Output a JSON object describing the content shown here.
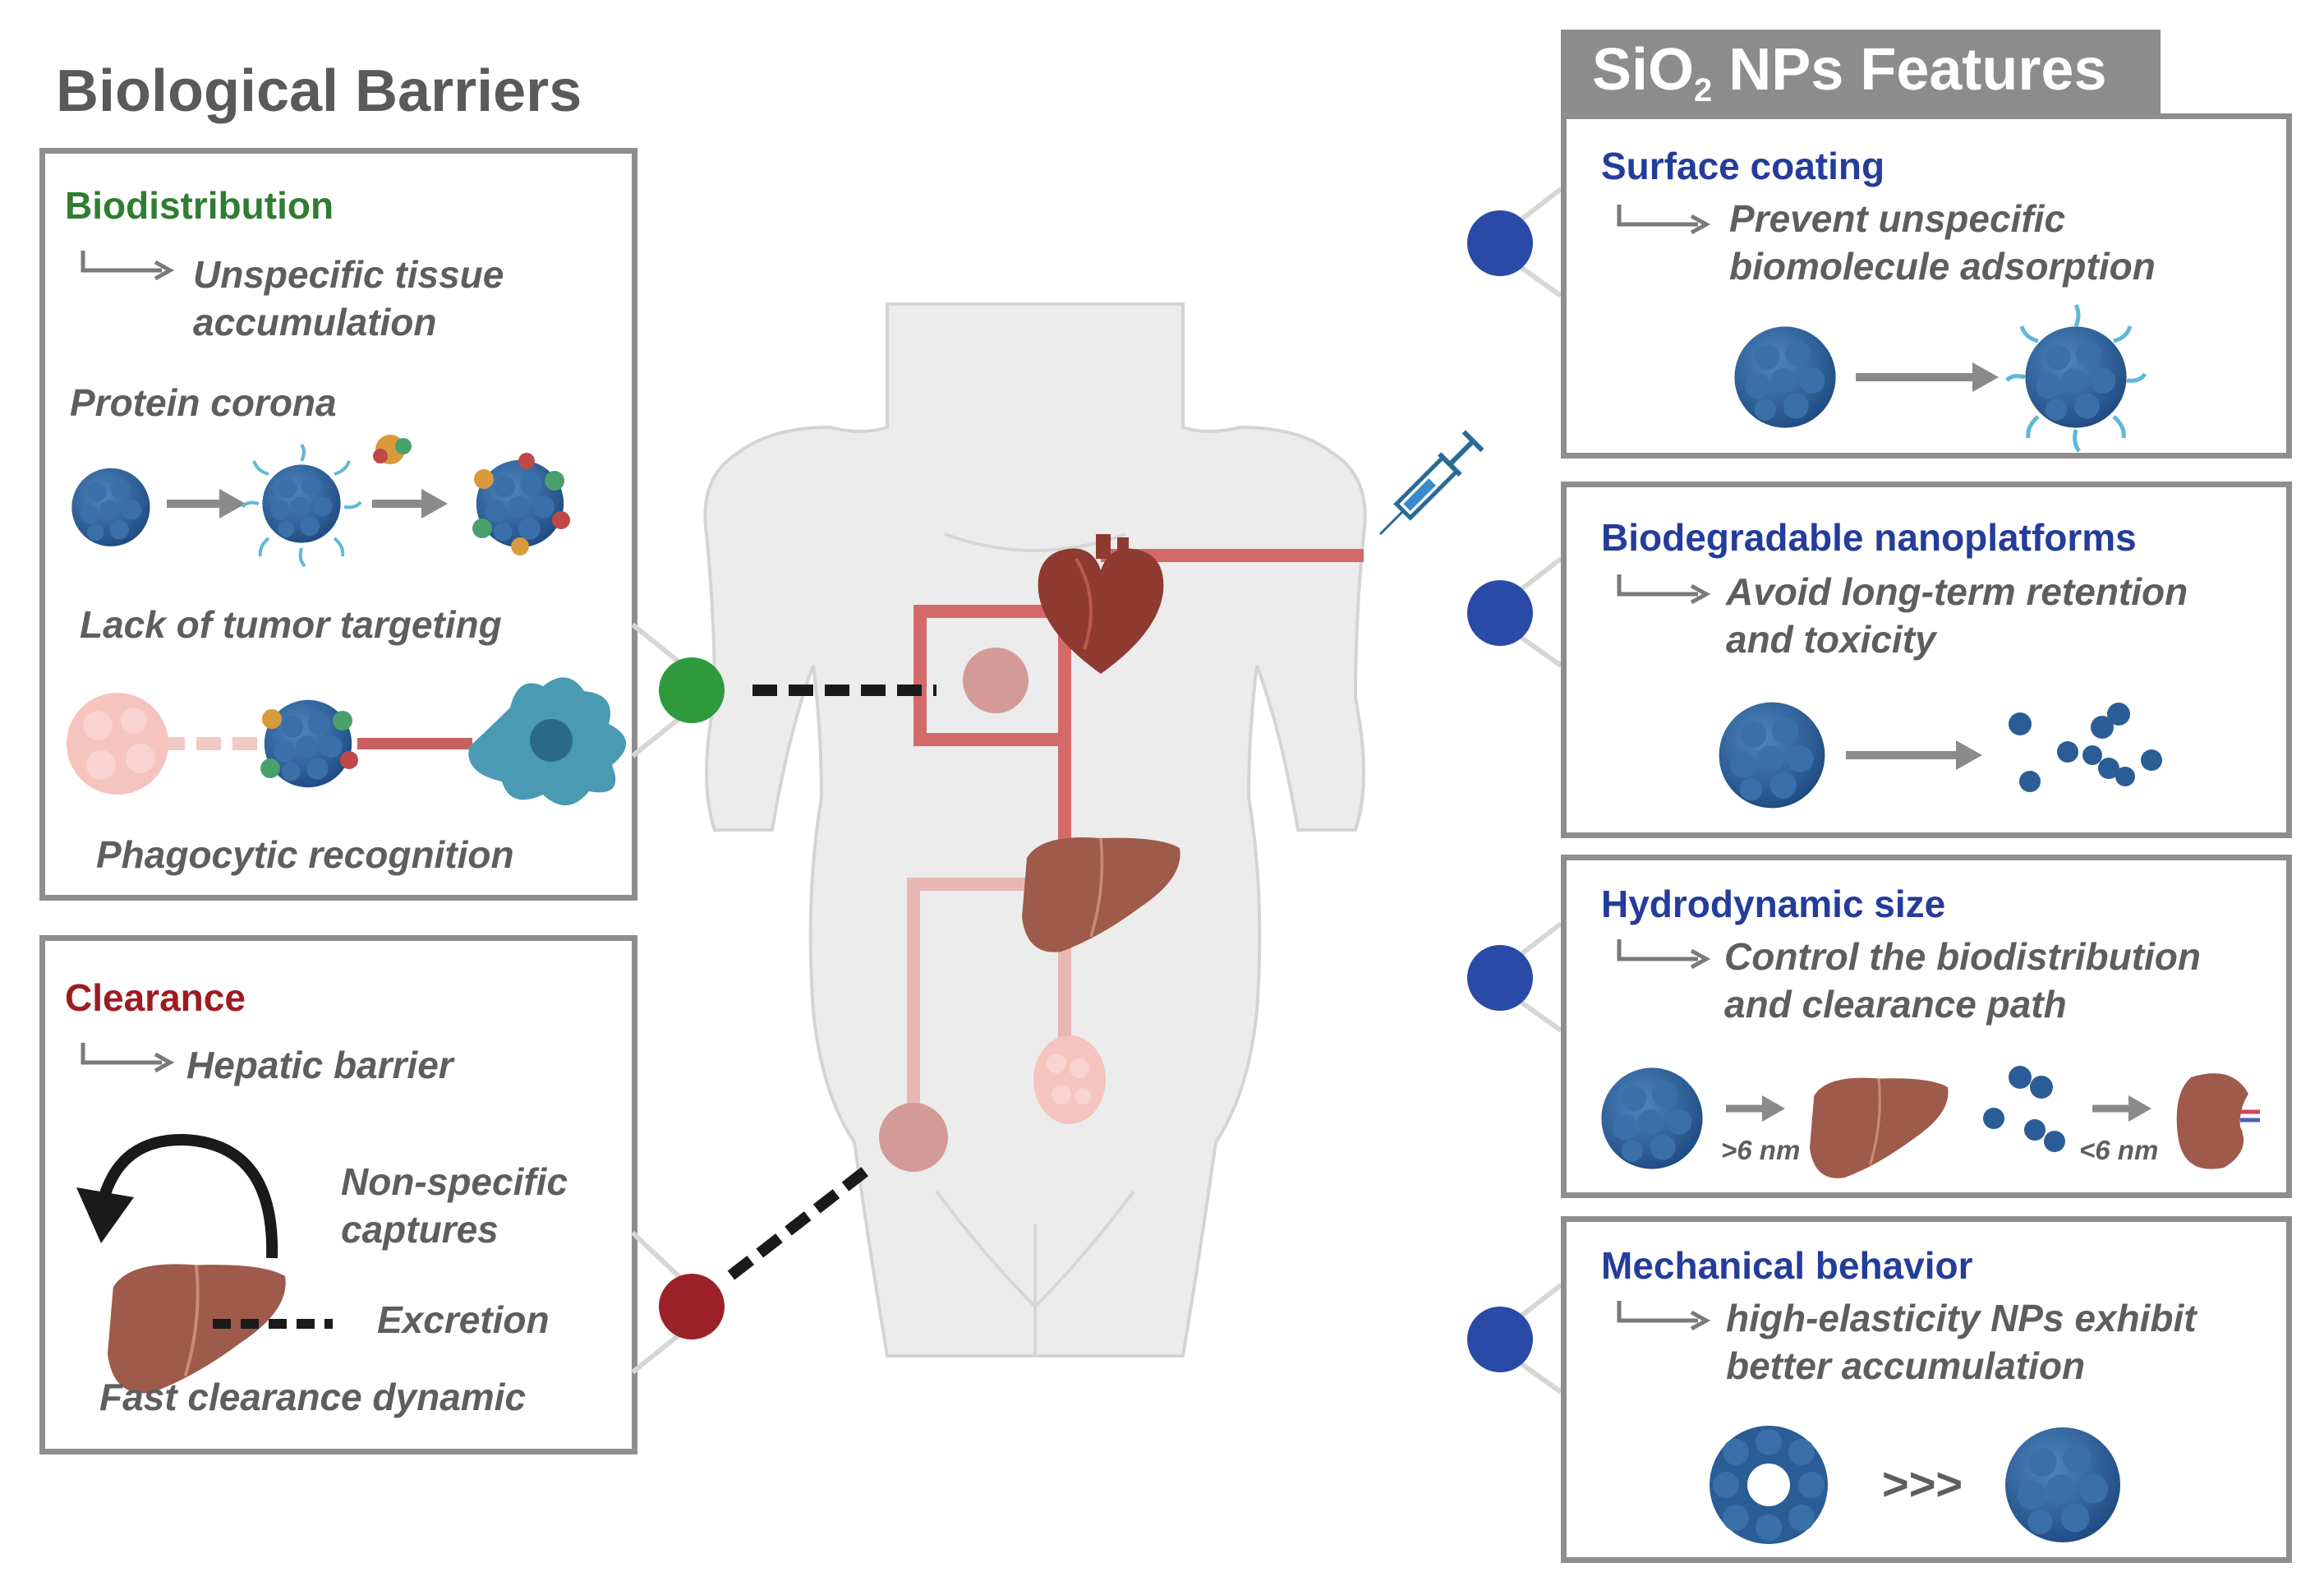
{
  "left": {
    "title": "Biological Barriers",
    "biodistribution": {
      "heading": "Biodistribution",
      "item1_line1": "Unspecific tissue",
      "item1_line2": "accumulation",
      "protein_corona": "Protein corona",
      "lack_targeting": "Lack of tumor targeting",
      "phagocytic": "Phagocytic recognition"
    },
    "clearance": {
      "heading": "Clearance",
      "hepatic": "Hepatic barrier",
      "nonspecific_line1": "Non-specific",
      "nonspecific_line2": "captures",
      "excretion": "Excretion",
      "fast": "Fast clearance dynamic"
    }
  },
  "right": {
    "title_main": "SiO",
    "title_sub": "2",
    "title_rest": " NPs Features",
    "surface": {
      "heading": "Surface coating",
      "line1": "Prevent unspecific",
      "line2": "biomolecule adsorption"
    },
    "biodegradable": {
      "heading": "Biodegradable nanoplatforms",
      "line1": "Avoid long-term retention",
      "line2": "and toxicity"
    },
    "hydro": {
      "heading": "Hydrodynamic size",
      "line1": "Control the biodistribution",
      "line2": "and clearance path",
      "gt": ">6 nm",
      "lt": "<6 nm"
    },
    "mech": {
      "heading": "Mechanical behavior",
      "line1": "high-elasticity NPs exhibit",
      "line2": "better accumulation",
      "compare": ">>>"
    }
  },
  "colors": {
    "np_blue": "#2a5d96",
    "liver": "#9e5a4a",
    "path_red": "#d4696a",
    "path_pink": "#e8b7b4",
    "dot_green": "#2e9a3c",
    "dot_red": "#9b2228",
    "dot_blue": "#2a4aa8"
  }
}
